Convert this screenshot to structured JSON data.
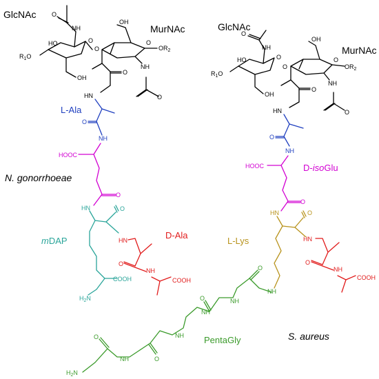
{
  "colors": {
    "black": "#000000",
    "ala_blue": "#1f3fbf",
    "glu_magenta": "#d200d2",
    "mdap_teal": "#2aa59a",
    "dala_red": "#e11b1b",
    "lys_gold": "#b8931c",
    "gly_green": "#3a9a2a"
  },
  "left": {
    "glcnac": "GlcNAc",
    "murnac": "MurNAc",
    "l_ala": "L-Ala",
    "species": "N. gonorrhoeae",
    "mdap_prefix": "m",
    "mdap_rest": "DAP",
    "d_ala": "D-Ala"
  },
  "right": {
    "glcnac": "GlcNAc",
    "murnac": "MurNAc",
    "d_isoglu_prefix": "D-",
    "d_isoglu_iso": "iso",
    "d_isoglu_rest": "Glu",
    "l_lys": "L-Lys",
    "species": "S. aureus",
    "pentagly": "PentaGly"
  },
  "atoms": {
    "oh": "OH",
    "ho": "HO",
    "o": "O",
    "nh": "NH",
    "hn": "HN",
    "h2n": "H2N",
    "cooh": "COOH",
    "hooc": "HOOC",
    "n": "N",
    "r1o": "R1O",
    "or2": "OR2",
    "r1": "R",
    "r1_sub": "1",
    "r2": "R",
    "r2_sub": "2"
  }
}
